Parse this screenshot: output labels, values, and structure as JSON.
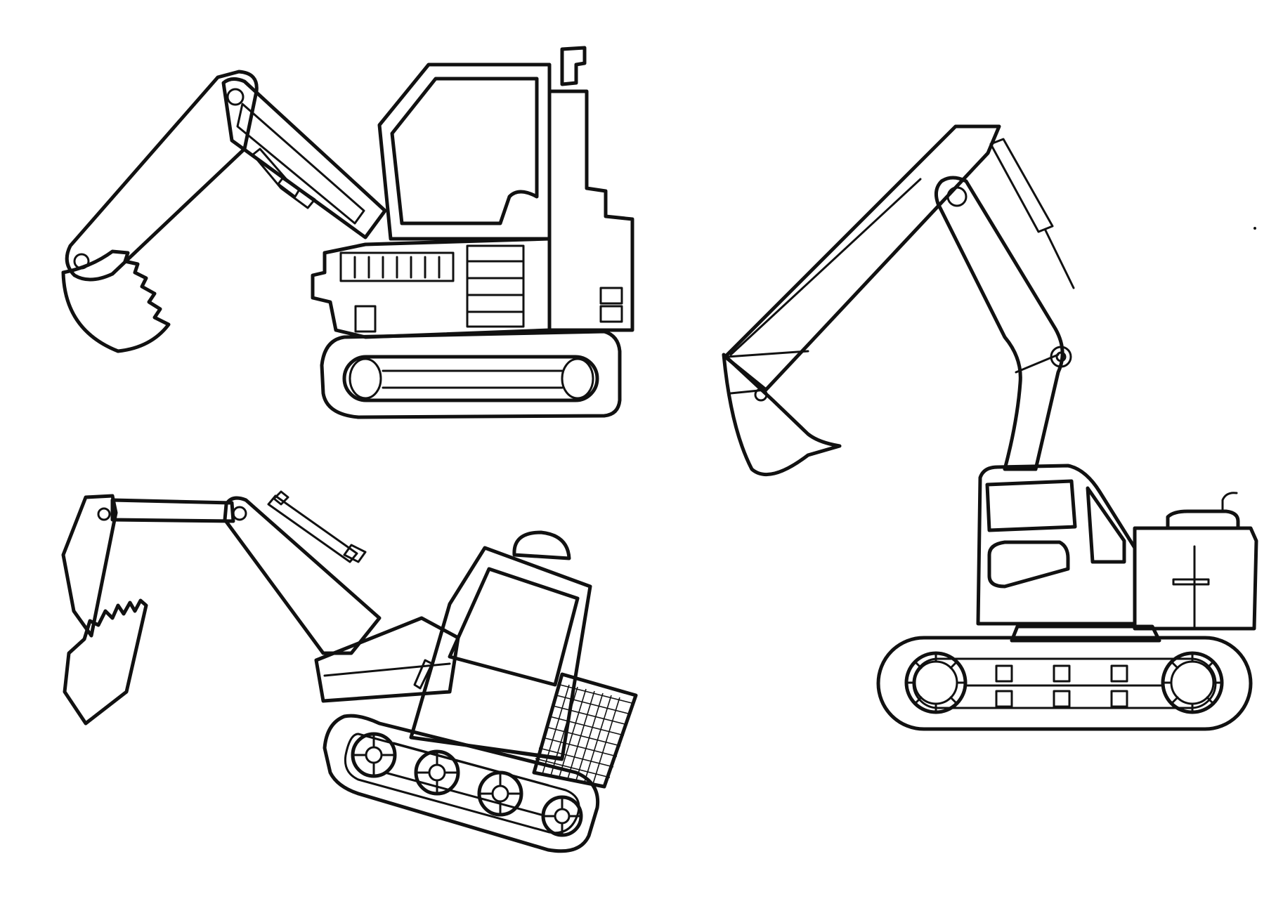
{
  "page": {
    "background": "#ffffff",
    "ink_color": "#111111"
  },
  "illustrations": [
    {
      "id": "excavator-top-left",
      "subject": "excavator",
      "style": "line-art"
    },
    {
      "id": "excavator-right",
      "subject": "excavator",
      "style": "line-art"
    },
    {
      "id": "excavator-bottom-left",
      "subject": "excavator",
      "style": "line-art"
    }
  ]
}
